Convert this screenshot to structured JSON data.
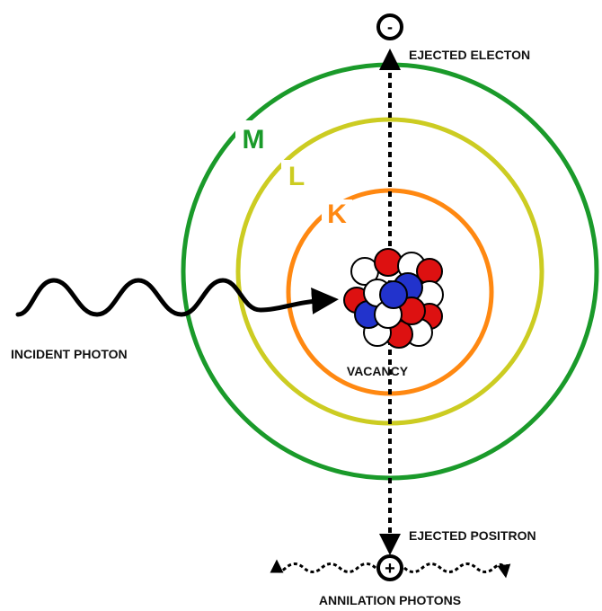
{
  "diagram": {
    "shells": [
      {
        "label": "M",
        "color": "#1a9a2a"
      },
      {
        "label": "L",
        "color": "#cccc22"
      },
      {
        "label": "K",
        "color": "#ff8811"
      }
    ],
    "labels": {
      "ejected_electron": "EJECTED ELECTON",
      "ejected_positron": "EJECTED POSITRON",
      "incident_photon": "INCIDENT PHOTON",
      "vacancy": "VACANCY",
      "annihilation_photons": "ANNILATION PHOTONS"
    },
    "symbols": {
      "electron": "-",
      "positron": "+"
    },
    "nucleus_colors": {
      "proton": "#dd1111",
      "neutron": "#ffffff",
      "highlight": "#2233cc"
    }
  }
}
